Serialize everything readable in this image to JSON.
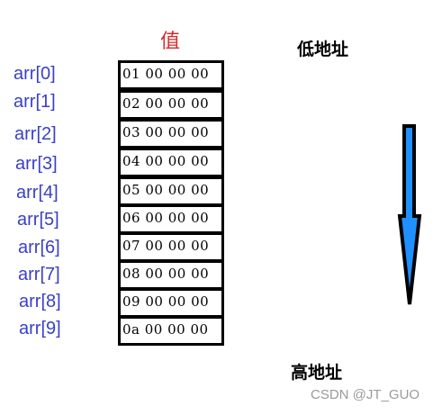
{
  "title": "值",
  "low_address": "低地址",
  "high_address": "高地址",
  "rows": [
    {
      "index": "arr[0]",
      "value": "01 00 00 00"
    },
    {
      "index": "arr[1]",
      "value": "02 00 00 00"
    },
    {
      "index": "arr[2]",
      "value": "03 00 00 00"
    },
    {
      "index": "arr[3]",
      "value": "04 00 00 00"
    },
    {
      "index": "arr[4]",
      "value": "05 00 00 00"
    },
    {
      "index": "arr[5]",
      "value": "06 00 00 00"
    },
    {
      "index": "arr[6]",
      "value": "07 00 00 00"
    },
    {
      "index": "arr[7]",
      "value": "08 00 00 00"
    },
    {
      "index": "arr[8]",
      "value": "09 00 00 00"
    },
    {
      "index": "arr[9]",
      "value": "0a 00 00 00"
    }
  ],
  "watermark": "CSDN @JT_GUO",
  "colors": {
    "index_text": "#3a3fc8",
    "title_text": "#d62b2b",
    "arrow_fill": "#1e90ff",
    "arrow_outline": "#000000"
  },
  "icons": {
    "direction": "down-arrow-icon"
  }
}
